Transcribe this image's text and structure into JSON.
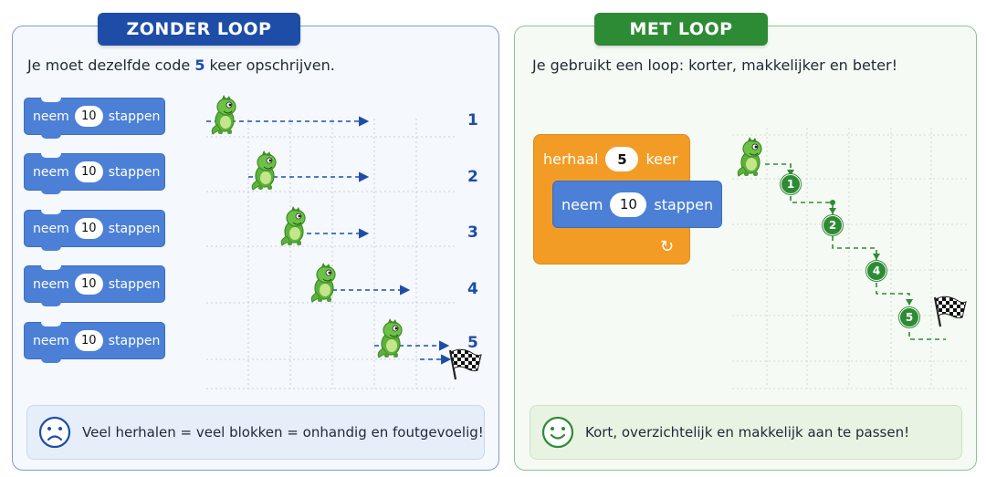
{
  "left_panel": {
    "title": "ZONDER LOOP",
    "intro_before": "Je moet dezelfde code ",
    "intro_number": "5",
    "intro_after": " keer opschrijven.",
    "block": {
      "verb": "neem",
      "value": "10",
      "unit": "stappen"
    },
    "steps": [
      "1",
      "2",
      "3",
      "4",
      "5"
    ],
    "footer": "Veel herhalen = veel blokken = onhandig en foutgevoelig!"
  },
  "right_panel": {
    "title": "MET LOOP",
    "intro": "Je gebruikt een loop: korter, makkelijker en beter!",
    "repeat_block": {
      "label": "herhaal",
      "value": "5",
      "unit": "keer"
    },
    "inner_block": {
      "verb": "neem",
      "value": "10",
      "unit": "stappen"
    },
    "path_markers": [
      "1",
      "2",
      "4",
      "5"
    ],
    "footer": "Kort, overzichtelijk en makkelijk aan te passen!"
  },
  "colors": {
    "blue_accent": "#1e4da8",
    "green_accent": "#2e8b35",
    "block_blue": "#4c80d6",
    "block_orange": "#f39c25"
  },
  "icons": {
    "left_footer": "sad-face-icon",
    "right_footer": "happy-face-icon",
    "character": "green-dino-icon",
    "finish": "checkered-flag-icon"
  }
}
